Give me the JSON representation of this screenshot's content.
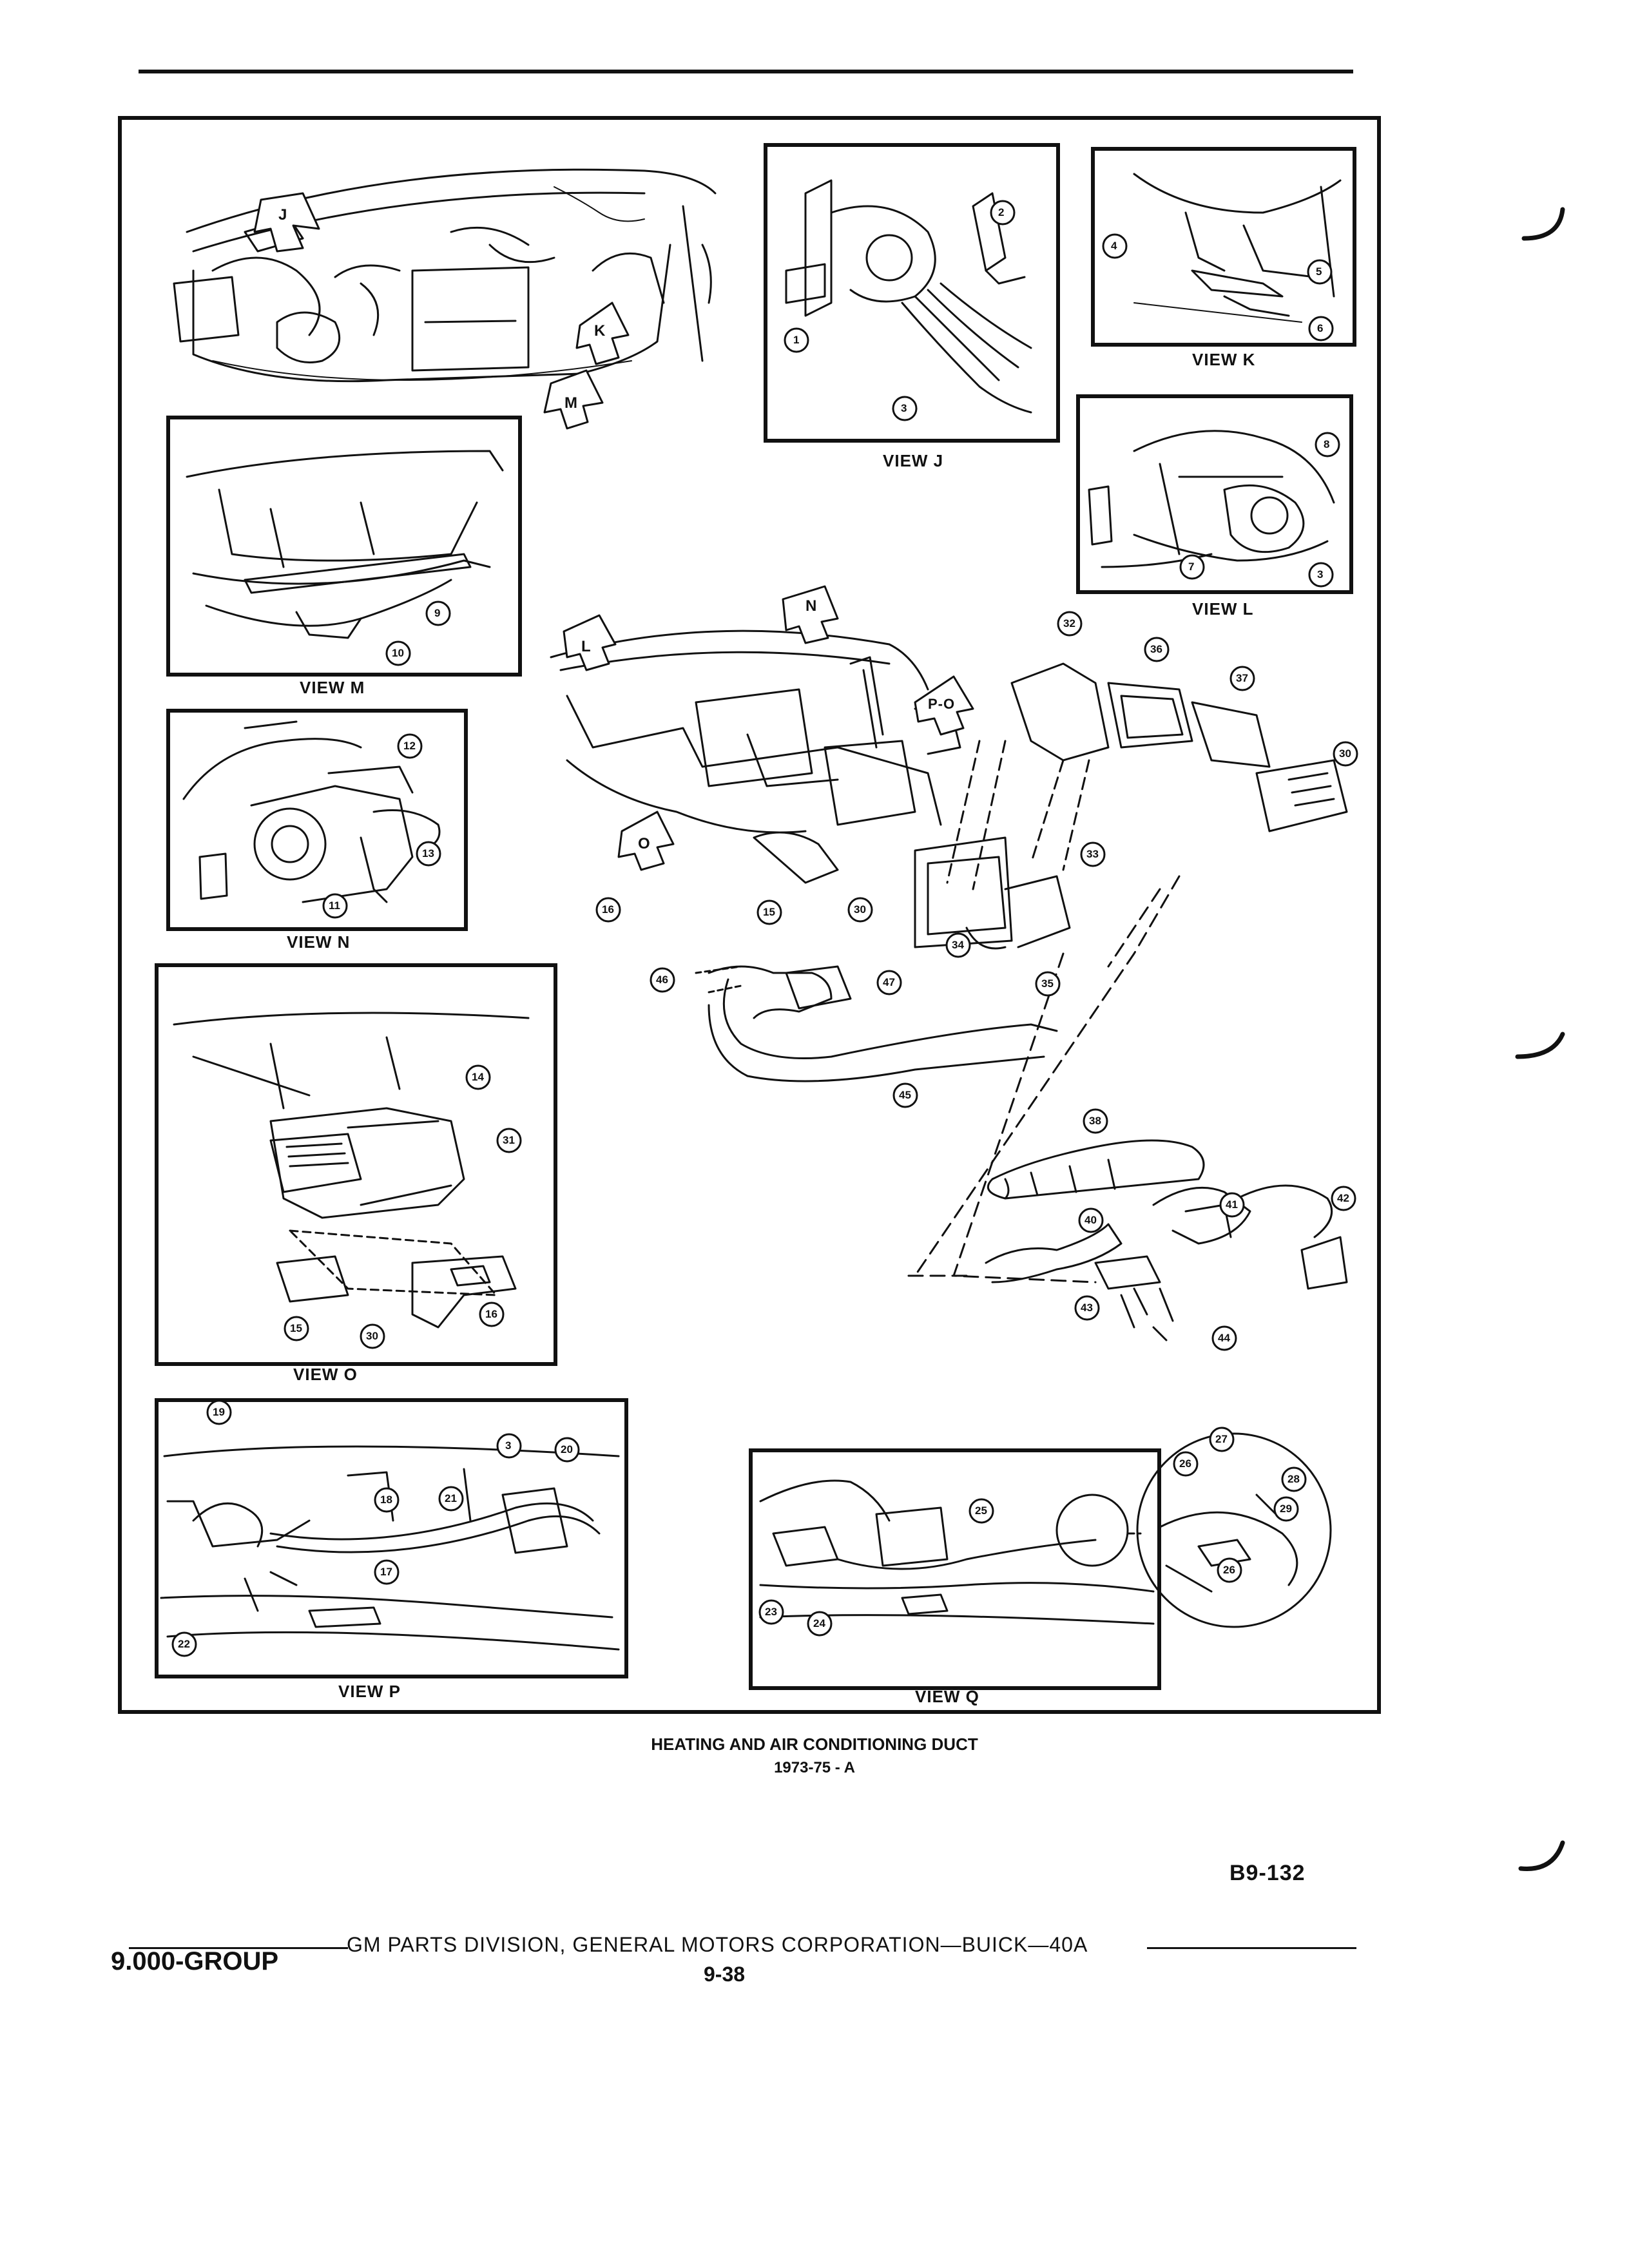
{
  "figure": {
    "caption_title": "HEATING AND AIR CONDITIONING DUCT",
    "caption_sub": "1973-75 - A",
    "figure_number": "B9-132"
  },
  "views": {
    "j": "VIEW J",
    "k": "VIEW K",
    "l": "VIEW L",
    "m": "VIEW M",
    "n": "VIEW N",
    "o": "VIEW O",
    "p": "VIEW P",
    "q": "VIEW Q"
  },
  "arrow_letters": [
    "J",
    "K",
    "M",
    "L",
    "N",
    "P-O",
    "O"
  ],
  "callouts": {
    "view_j": [
      "2",
      "1",
      "3"
    ],
    "view_k": [
      "4",
      "5",
      "6"
    ],
    "view_l": [
      "8",
      "7",
      "3"
    ],
    "view_m": [
      "9",
      "10"
    ],
    "view_n": [
      "12",
      "13",
      "11"
    ],
    "view_o": [
      "14",
      "31",
      "15",
      "30",
      "16"
    ],
    "view_p": [
      "19",
      "3",
      "20",
      "18",
      "21",
      "17",
      "22"
    ],
    "view_q": [
      "25",
      "23",
      "24",
      "27",
      "26",
      "28",
      "29",
      "26"
    ],
    "main": [
      "32",
      "36",
      "37",
      "30",
      "33",
      "34",
      "35",
      "16",
      "15",
      "30",
      "46",
      "47",
      "45",
      "38",
      "41",
      "42",
      "40",
      "43",
      "44"
    ]
  },
  "footer": {
    "group": "9.000-GROUP",
    "publisher": "GM PARTS DIVISION, GENERAL MOTORS CORPORATION—BUICK—40A",
    "page": "9-38"
  }
}
